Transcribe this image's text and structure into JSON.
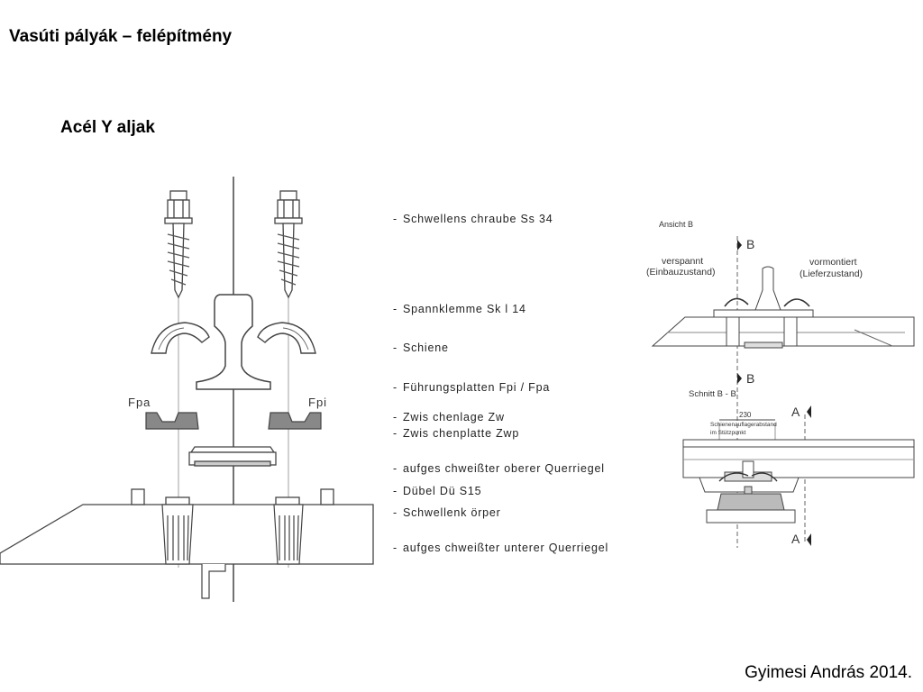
{
  "slide": {
    "title": "Vasúti pályák – felépítmény",
    "subtitle": "Acél Y aljak",
    "author": "Gyimesi András 2014."
  },
  "legend": [
    "Schwellens chraube Ss 34",
    "Spannklemme Sk l 14",
    "Schiene",
    "Führungsplatten Fpi / Fpa",
    "Zwis chenlage Zw",
    "Zwis chenplatte Zwp",
    "aufges chweißter oberer Querriegel",
    "Dübel Dü S15",
    "Schwellenk örper",
    "aufges chweißter unterer Querriegel"
  ],
  "main_drawing": {
    "label_left_plate": "Fpa",
    "label_right_plate": "Fpi"
  },
  "view_b": {
    "title": "Ansicht B",
    "marker": "B",
    "left_caption_1": "verspannt",
    "left_caption_2": "(Einbauzustand)",
    "right_caption_1": "vormontiert",
    "right_caption_2": "(Lieferzustand)"
  },
  "section_bb": {
    "title": "Schnitt B - B",
    "marker": "A",
    "dimension": "230",
    "dimension_note_1": "Schienenauflagerabstand",
    "dimension_note_2": "im Stützpunkt"
  }
}
